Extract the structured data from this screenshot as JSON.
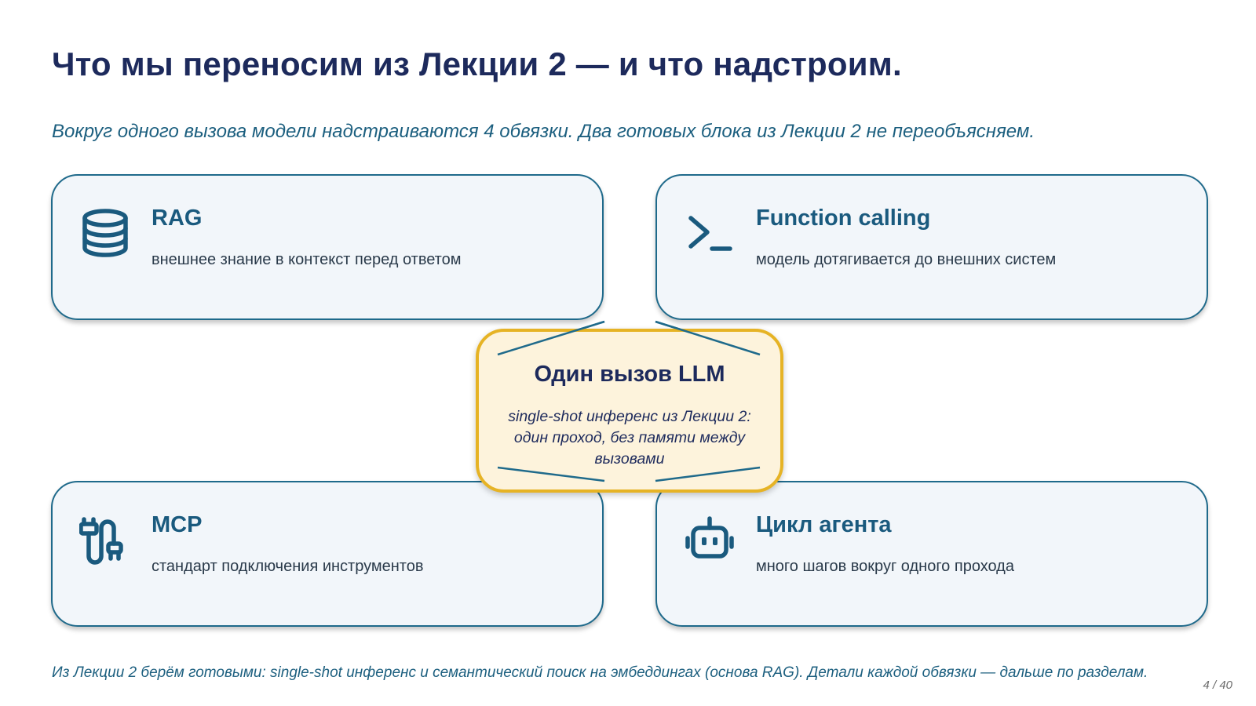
{
  "slide": {
    "title": "Что мы переносим из Лекции 2 — и что надстроим.",
    "subtitle": "Вокруг одного вызова модели надстраиваются 4 обвязки. Два готовых блока из Лекции 2 не переобъясняем."
  },
  "cards": [
    {
      "icon": "database-icon",
      "title": "RAG",
      "text": "внешнее знание в контекст перед ответом"
    },
    {
      "icon": "terminal-icon",
      "title": "Function calling",
      "text": "модель дотягивается до внешних систем"
    },
    {
      "icon": "plug-icon",
      "title": "MCP",
      "text": "стандарт подключения инструментов"
    },
    {
      "icon": "robot-icon",
      "title": "Цикл агента",
      "text": "много шагов вокруг одного прохода"
    }
  ],
  "center": {
    "title": "Один вызов LLM",
    "text": "single-shot инференс из Лекции 2: один проход, без памяти между вызовами"
  },
  "footer": {
    "note": "Из Лекции 2 берём готовыми: single-shot инференс и семантический поиск на эмбеддингах (основа RAG). Детали каждой обвязки — дальше по разделам.",
    "page": "4 / 40"
  },
  "colors": {
    "title": "#1d2a5c",
    "accent": "#1a5a7e",
    "card_border": "#1f6a8b",
    "card_bg": "#f2f6fa",
    "center_border": "#e6b325",
    "center_bg": "#fdf3dc"
  }
}
